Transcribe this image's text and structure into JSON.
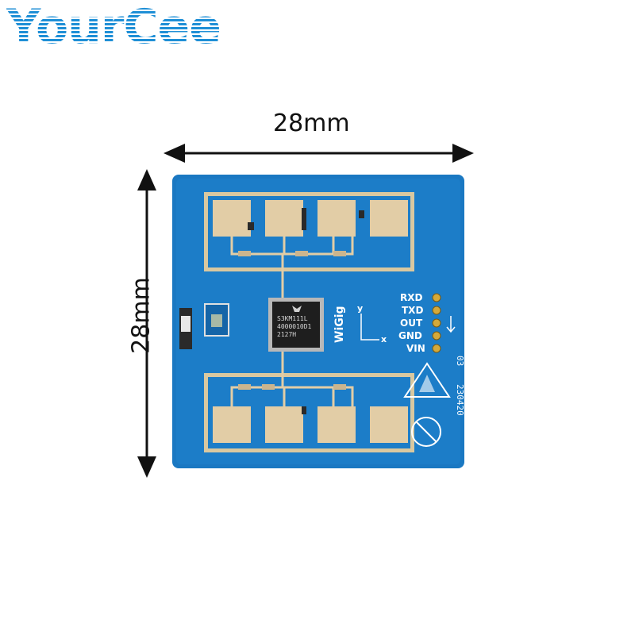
{
  "brand": {
    "logo_text": "YourCee",
    "logo_color": "#1f8fd6"
  },
  "dimensions": {
    "width_label": "28mm",
    "height_label": "28mm"
  },
  "board": {
    "pcb_color": "#1a78c2",
    "chip_lines": [
      "S3KM111L",
      "4000010D1",
      "2127H"
    ],
    "brand_mark": "WiGig",
    "axis_x": "x",
    "axis_y": "y",
    "pins": [
      "RXD",
      "TXD",
      "OUT",
      "GND",
      "VIN"
    ],
    "rev": "03",
    "date_code": "230420"
  }
}
